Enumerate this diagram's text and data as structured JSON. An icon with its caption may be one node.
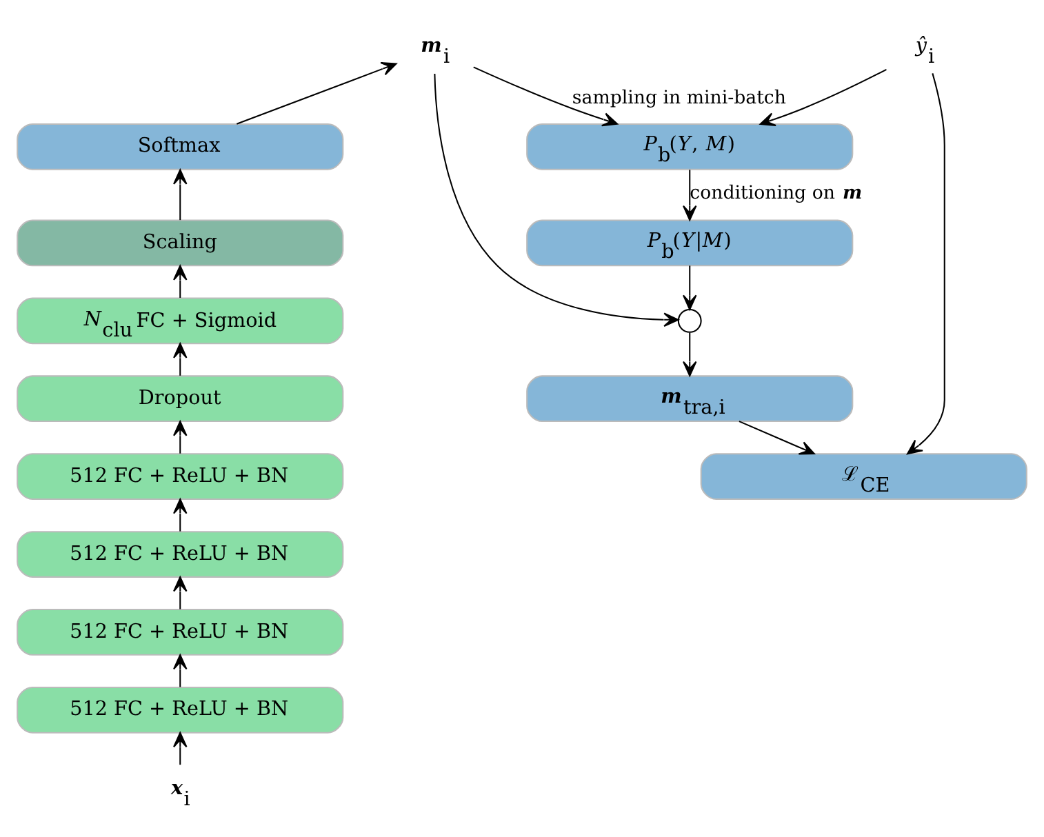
{
  "diagram": {
    "nodes": [
      {
        "text": [
          "**m**$_{i}$"
        ]
      },
      {
        "text": [
          "Softmax"
        ]
      },
      {
        "text": [
          "Scaling"
        ]
      },
      {
        "text": [
          "*N*$_{clu}$ FC + Sigmoid"
        ]
      },
      {
        "text": [
          "Dropout"
        ]
      },
      {
        "text": [
          "512 FC + ReLU + BN"
        ]
      },
      {
        "text": [
          "512 FC + ReLU + BN"
        ]
      },
      {
        "text": [
          "512 FC + ReLU + BN"
        ]
      },
      {
        "text": [
          "512 FC + ReLU + BN"
        ]
      },
      {
        "text": [
          "**x**$_{i}$"
        ]
      },
      {
        "text": [
          "*ŷ*$_{i}$"
        ]
      },
      {
        "text": [
          "*P*$_{b}$(*Y*, *M*)"
        ]
      },
      {
        "text": [
          "*P*$_{b}$(*Y*|*M*)"
        ]
      },
      {
        "text": [],
        "shape": "circle"
      },
      {
        "text": [
          "**m**$_{tra,i}$"
        ]
      },
      {
        "text": [
          "ℒ$_{CE}$"
        ]
      }
    ],
    "edges": [
      {
        "from": 9,
        "to": 8,
        "arrow": "to"
      },
      {
        "from": 8,
        "to": 7,
        "arrow": "to"
      },
      {
        "from": 7,
        "to": 6,
        "arrow": "to"
      },
      {
        "from": 6,
        "to": 5,
        "arrow": "to"
      },
      {
        "from": 5,
        "to": 4,
        "arrow": "to"
      },
      {
        "from": 4,
        "to": 3,
        "arrow": "to"
      },
      {
        "from": 3,
        "to": 2,
        "arrow": "to"
      },
      {
        "from": 2,
        "to": 1,
        "arrow": "to"
      },
      {
        "from": 1,
        "to": 0,
        "arrow": "to"
      },
      {
        "from": 0,
        "to": 11,
        "arrow": "to",
        "label": "sampling in mini-batch"
      },
      {
        "from": 0,
        "to": 13,
        "arrow": "to"
      },
      {
        "from": 10,
        "to": 11,
        "arrow": "to"
      },
      {
        "from": 10,
        "to": 15,
        "arrow": "to"
      },
      {
        "from": 11,
        "to": 12,
        "arrow": "to",
        "label": "conditioning on **m**"
      },
      {
        "from": 12,
        "to": 13,
        "arrow": "to"
      },
      {
        "from": 13,
        "to": 14,
        "arrow": "to"
      },
      {
        "from": 14,
        "to": 15,
        "arrow": "to"
      }
    ]
  }
}
